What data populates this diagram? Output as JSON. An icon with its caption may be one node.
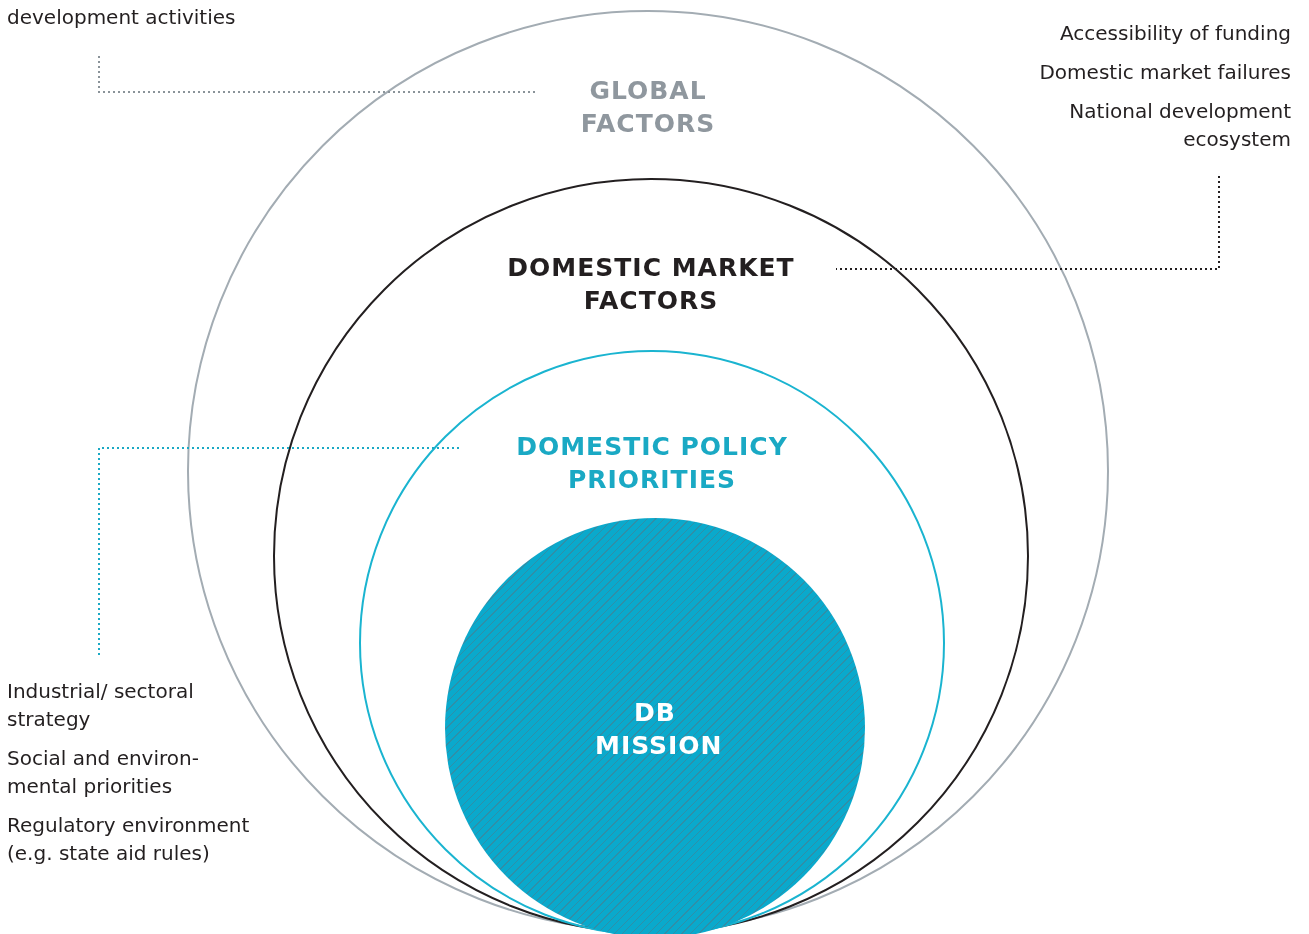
{
  "diagram": {
    "nodes": [
      {
        "text": [
          "GLOBAL FACTORS"
        ]
      },
      {
        "text": [
          "DOMESTIC MARKET FACTORS"
        ],
        "in": 0
      },
      {
        "text": [
          "DOMESTIC POLICY PRIORITIES"
        ],
        "in": 1
      },
      {
        "text": [
          "DB MISSION"
        ],
        "in": 2
      },
      {
        "text": [
          "development activities"
        ]
      },
      {
        "text": [
          "Accessibility of funding",
          "Domestic market failures",
          "National development ecosystem"
        ]
      },
      {
        "text": [
          "Industrial/ sectoral strategy",
          "Social and environ- mental priorities",
          "Regulatory environment (e.g. state aid rules)"
        ]
      }
    ],
    "edges": [
      {
        "from": 4,
        "to": 0,
        "arrow": "none",
        "style": "dashed",
        "color": "#8a9399"
      },
      {
        "from": 5,
        "to": 1,
        "arrow": "none",
        "style": "dashed",
        "color": "#231f20"
      },
      {
        "from": 6,
        "to": 2,
        "arrow": "none",
        "style": "dashed",
        "color": "#1aa9c4"
      }
    ]
  }
}
